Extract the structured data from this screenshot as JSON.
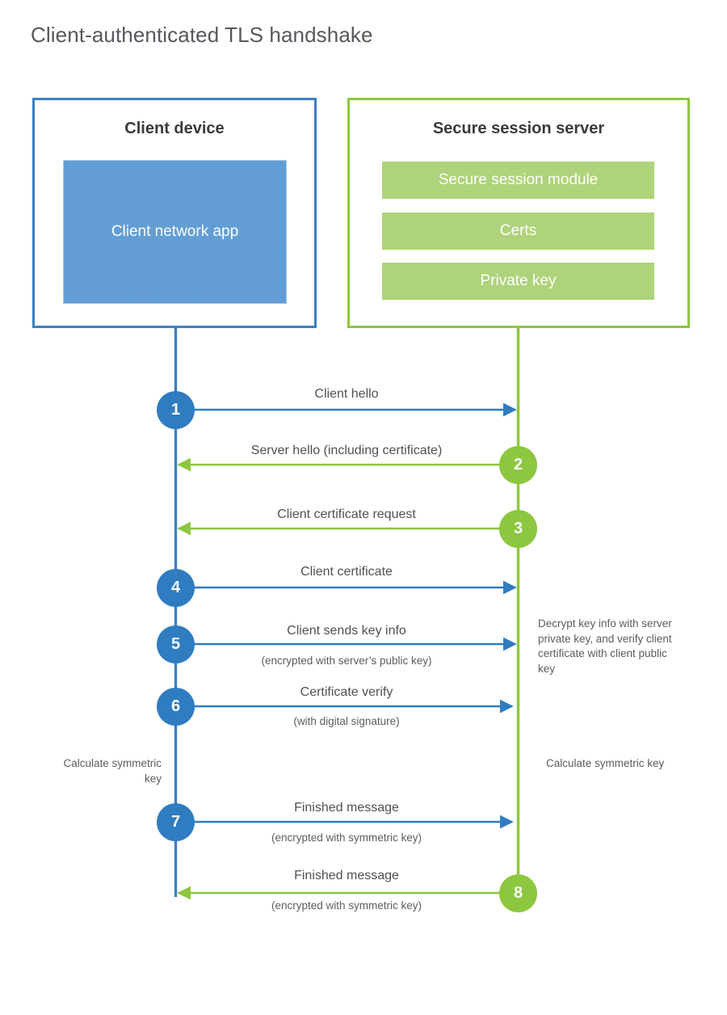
{
  "title": "Client-authenticated TLS handshake",
  "colors": {
    "client_blue": "#3b7fc4",
    "client_circle_blue": "#2f7cc0",
    "client_app_fill": "#629dd4",
    "server_green": "#8dc63f",
    "server_bar_fill": "#aed37a",
    "title_gray": "#55585c",
    "text_gray": "#4e5154",
    "background": "#ffffff"
  },
  "client": {
    "title": "Client device",
    "app_label": "Client network app",
    "lifeline_color": "#3b7fc4"
  },
  "server": {
    "title": "Secure session server",
    "lifeline_color": "#8dc63f",
    "components": [
      {
        "label": "Secure session module"
      },
      {
        "label": "Certs"
      },
      {
        "label": "Private key"
      }
    ]
  },
  "steps": [
    {
      "number": "1",
      "label": "Client hello",
      "sublabel": "",
      "direction": "client-to-server",
      "origin": "client"
    },
    {
      "number": "2",
      "label": "Server hello (including certificate)",
      "sublabel": "",
      "direction": "server-to-client",
      "origin": "server"
    },
    {
      "number": "3",
      "label": "Client certificate request",
      "sublabel": "",
      "direction": "server-to-client",
      "origin": "server"
    },
    {
      "number": "4",
      "label": "Client certificate",
      "sublabel": "",
      "direction": "client-to-server",
      "origin": "client"
    },
    {
      "number": "5",
      "label": "Client sends key info",
      "sublabel": "(encrypted with server’s public key)",
      "direction": "client-to-server",
      "origin": "client"
    },
    {
      "number": "6",
      "label": "Certificate verify",
      "sublabel": "(with digital signature)",
      "direction": "client-to-server",
      "origin": "client"
    },
    {
      "number": "7",
      "label": "Finished message",
      "sublabel": "(encrypted with symmetric key)",
      "direction": "client-to-server",
      "origin": "client"
    },
    {
      "number": "8",
      "label": "Finished message",
      "sublabel": "(encrypted with symmetric key)",
      "direction": "server-to-client",
      "origin": "server"
    }
  ],
  "notes": {
    "server_decrypt": "Decrypt key info with server private key, and verify client certificate with client public key",
    "client_calculate": "Calculate symmetric key",
    "server_calculate": "Calculate symmetric key"
  }
}
